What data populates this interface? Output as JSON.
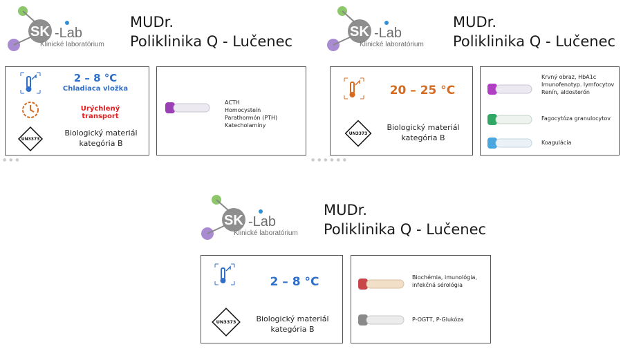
{
  "logo": {
    "brand": "SK-Lab",
    "sub": "Klinické laboratórium"
  },
  "panels": [
    {
      "title": [
        "MUDr.",
        "Poliklinika Q - Lučenec"
      ],
      "temp": "2 – 8 °C",
      "cooling": "Chladiaca vložka",
      "urgent": "Urýchlený transport",
      "un": "UN3373",
      "material": [
        "Biologický materiál",
        "kategória B"
      ],
      "tubes": [
        {
          "color": "#9b3fb5",
          "lines": [
            "ACTH",
            "Homocysteín",
            "Parathormón (PTH)",
            "Katecholamíny"
          ]
        }
      ]
    },
    {
      "title": [
        "MUDr.",
        "Poliklinika Q - Lučenec"
      ],
      "temp": "20 – 25 °C",
      "un": "UN3373",
      "material": [
        "Biologický materiál",
        "kategória B"
      ],
      "tubes": [
        {
          "color": "#b03fc4",
          "lines": [
            "Krvný obraz, HbA1c",
            "Imunofenotyp. lymfocytov",
            "Renín, aldosterón"
          ]
        },
        {
          "color": "#2fa866",
          "lines": [
            "Fagocytóza granulocytov"
          ]
        },
        {
          "color": "#4aa6de",
          "lines": [
            "Koagulácia"
          ]
        }
      ]
    },
    {
      "title": [
        "MUDr.",
        "Poliklinika Q - Lučenec"
      ],
      "temp": "2 – 8 °C",
      "un": "UN3373",
      "material": [
        "Biologický materiál",
        "kategória B"
      ],
      "tubes": [
        {
          "color": "#c8464a",
          "lines": [
            "Biochémia, imunológia,",
            "infekčná sérológia"
          ]
        },
        {
          "color": "#8a8a8a",
          "lines": [
            "P-OGTT, P-Glukóza"
          ]
        }
      ]
    }
  ]
}
